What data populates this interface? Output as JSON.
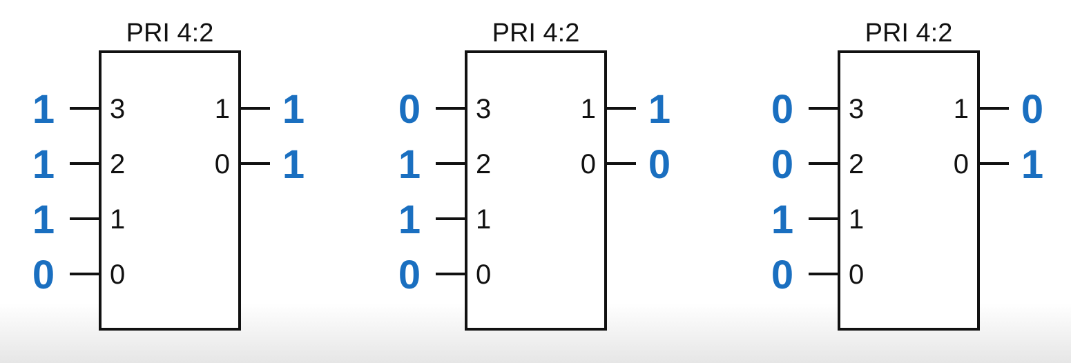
{
  "encoders": [
    {
      "title": "PRI 4:2",
      "inputs": [
        {
          "pin": "3",
          "value": "1"
        },
        {
          "pin": "2",
          "value": "1"
        },
        {
          "pin": "1",
          "value": "1"
        },
        {
          "pin": "0",
          "value": "0"
        }
      ],
      "outputs": [
        {
          "pin": "1",
          "value": "1"
        },
        {
          "pin": "0",
          "value": "1"
        }
      ]
    },
    {
      "title": "PRI 4:2",
      "inputs": [
        {
          "pin": "3",
          "value": "0"
        },
        {
          "pin": "2",
          "value": "1"
        },
        {
          "pin": "1",
          "value": "1"
        },
        {
          "pin": "0",
          "value": "0"
        }
      ],
      "outputs": [
        {
          "pin": "1",
          "value": "1"
        },
        {
          "pin": "0",
          "value": "0"
        }
      ]
    },
    {
      "title": "PRI 4:2",
      "inputs": [
        {
          "pin": "3",
          "value": "0"
        },
        {
          "pin": "2",
          "value": "0"
        },
        {
          "pin": "1",
          "value": "1"
        },
        {
          "pin": "0",
          "value": "0"
        }
      ],
      "outputs": [
        {
          "pin": "1",
          "value": "0"
        },
        {
          "pin": "0",
          "value": "1"
        }
      ]
    }
  ],
  "colors": {
    "bit_value": "#1a6fc0",
    "line": "#111111"
  }
}
